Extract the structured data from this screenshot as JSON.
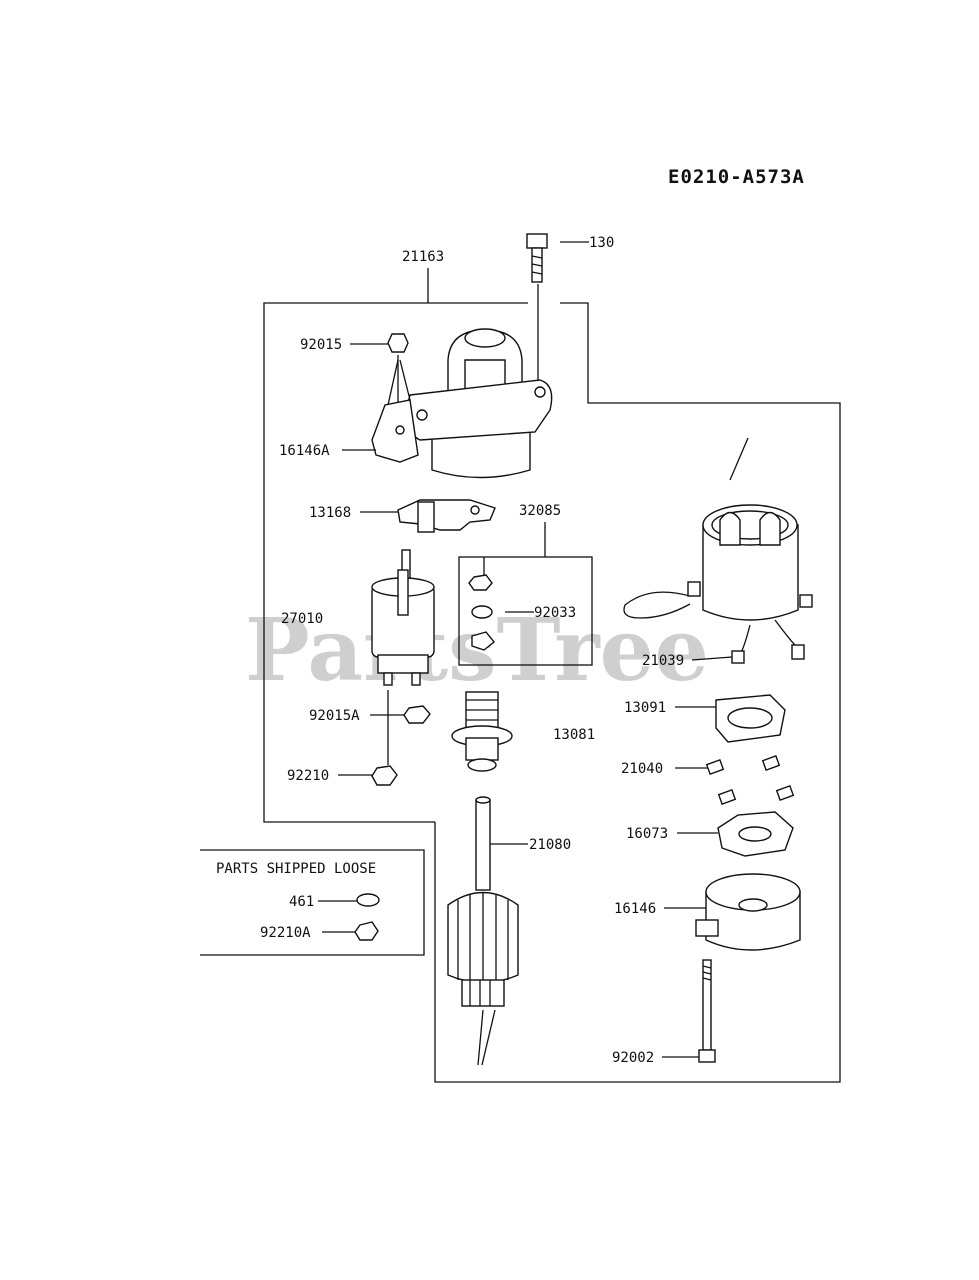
{
  "diagram": {
    "code": "E0210-A573A",
    "watermark": "PartsTree",
    "loose_box_title": "PARTS SHIPPED LOOSE",
    "labels": {
      "p130": "130",
      "p21163": "21163",
      "p92015": "92015",
      "p16146A": "16146A",
      "p13168": "13168",
      "p32085": "32085",
      "p27010": "27010",
      "p92033": "92033",
      "p21039": "21039",
      "p92015A": "92015A",
      "p13081": "13081",
      "p13091": "13091",
      "p92210": "92210",
      "p21040": "21040",
      "p21080": "21080",
      "p16073": "16073",
      "p461": "461",
      "p92210A": "92210A",
      "p16146": "16146",
      "p92002": "92002"
    }
  }
}
